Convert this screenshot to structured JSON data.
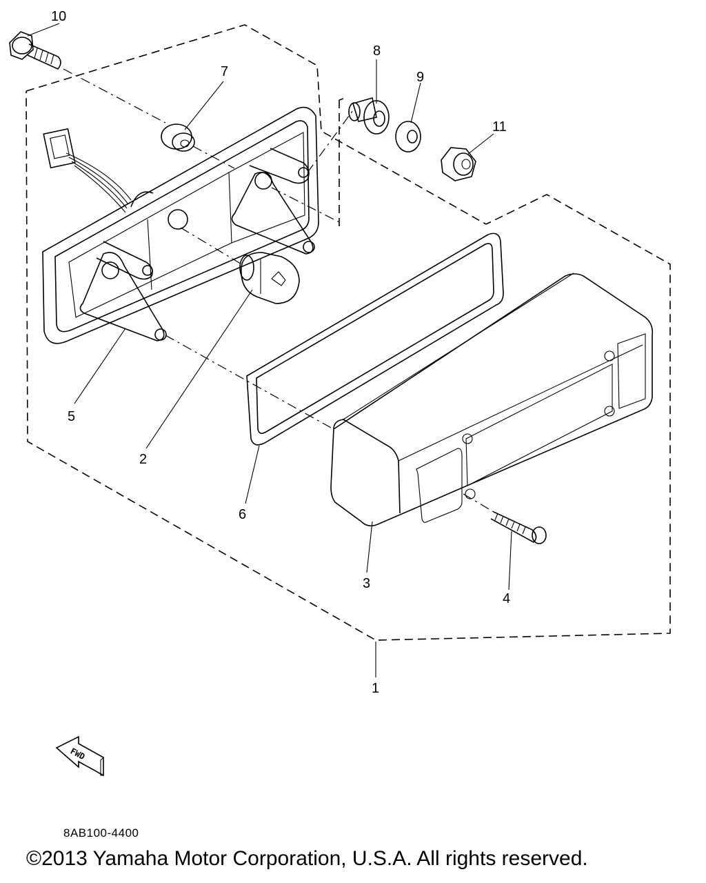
{
  "diagram": {
    "callouts": {
      "c1": "1",
      "c2": "2",
      "c3": "3",
      "c4": "4",
      "c5": "5",
      "c6": "6",
      "c7": "7",
      "c8": "8",
      "c9": "9",
      "c10": "10",
      "c11": "11"
    },
    "fwd_label": "FWD"
  },
  "footer": {
    "part_code": "8AB100-4400",
    "copyright": "©2013 Yamaha Motor Corporation, U.S.A. All rights reserved."
  }
}
